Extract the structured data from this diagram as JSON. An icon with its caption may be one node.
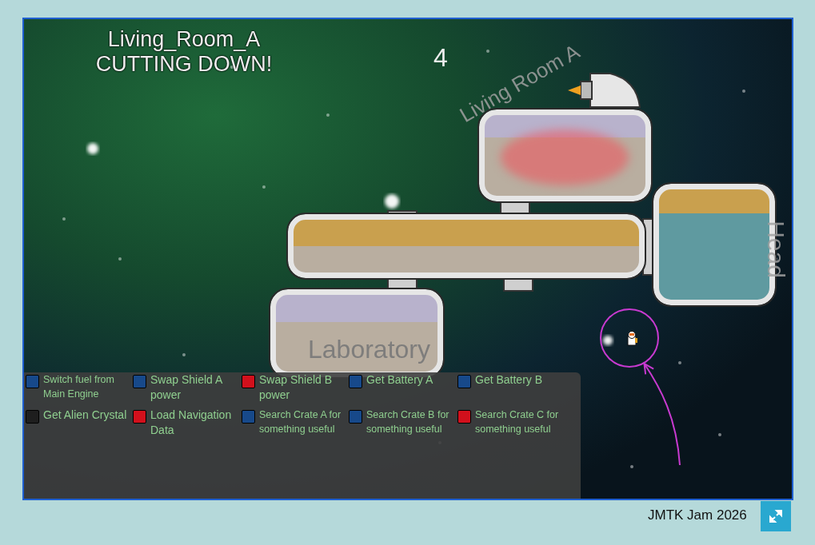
{
  "diagram": {
    "nodes": [
      {
        "text": [
          "Living Room A"
        ]
      },
      {
        "text": [],
        "shape": "box"
      },
      {
        "text": [
          "Laboratory"
        ]
      },
      {
        "text": [
          "Head"
        ]
      },
      {
        "text": [],
        "shape": "circle"
      }
    ],
    "edges": [
      {
        "from": null,
        "to": 4,
        "arrow": "to"
      }
    ],
    "labels": [
      "Living_Room_A CUTTING DOWN!",
      "4",
      "JMTK Jam 2026"
    ],
    "legend": [
      {
        "text": "Switch fuel from Main Engine",
        "color": "#17498a"
      },
      {
        "text": "Swap Shield A power",
        "color": "#17498a"
      },
      {
        "text": "Swap Shield B power",
        "color": "#d2101c"
      },
      {
        "text": "Get Battery A",
        "color": "#17498a"
      },
      {
        "text": "Get Battery B",
        "color": "#17498a"
      },
      {
        "text": "Get Alien Crystal",
        "color": "#1e1e1e"
      },
      {
        "text": "Load Navigation Data",
        "color": "#d2101c"
      },
      {
        "text": "Search Crate A for something useful",
        "color": "#17498a"
      },
      {
        "text": "Search Crate B for something useful",
        "color": "#17498a"
      },
      {
        "text": "Search Crate C for something useful",
        "color": "#d2101c"
      }
    ]
  }
}
